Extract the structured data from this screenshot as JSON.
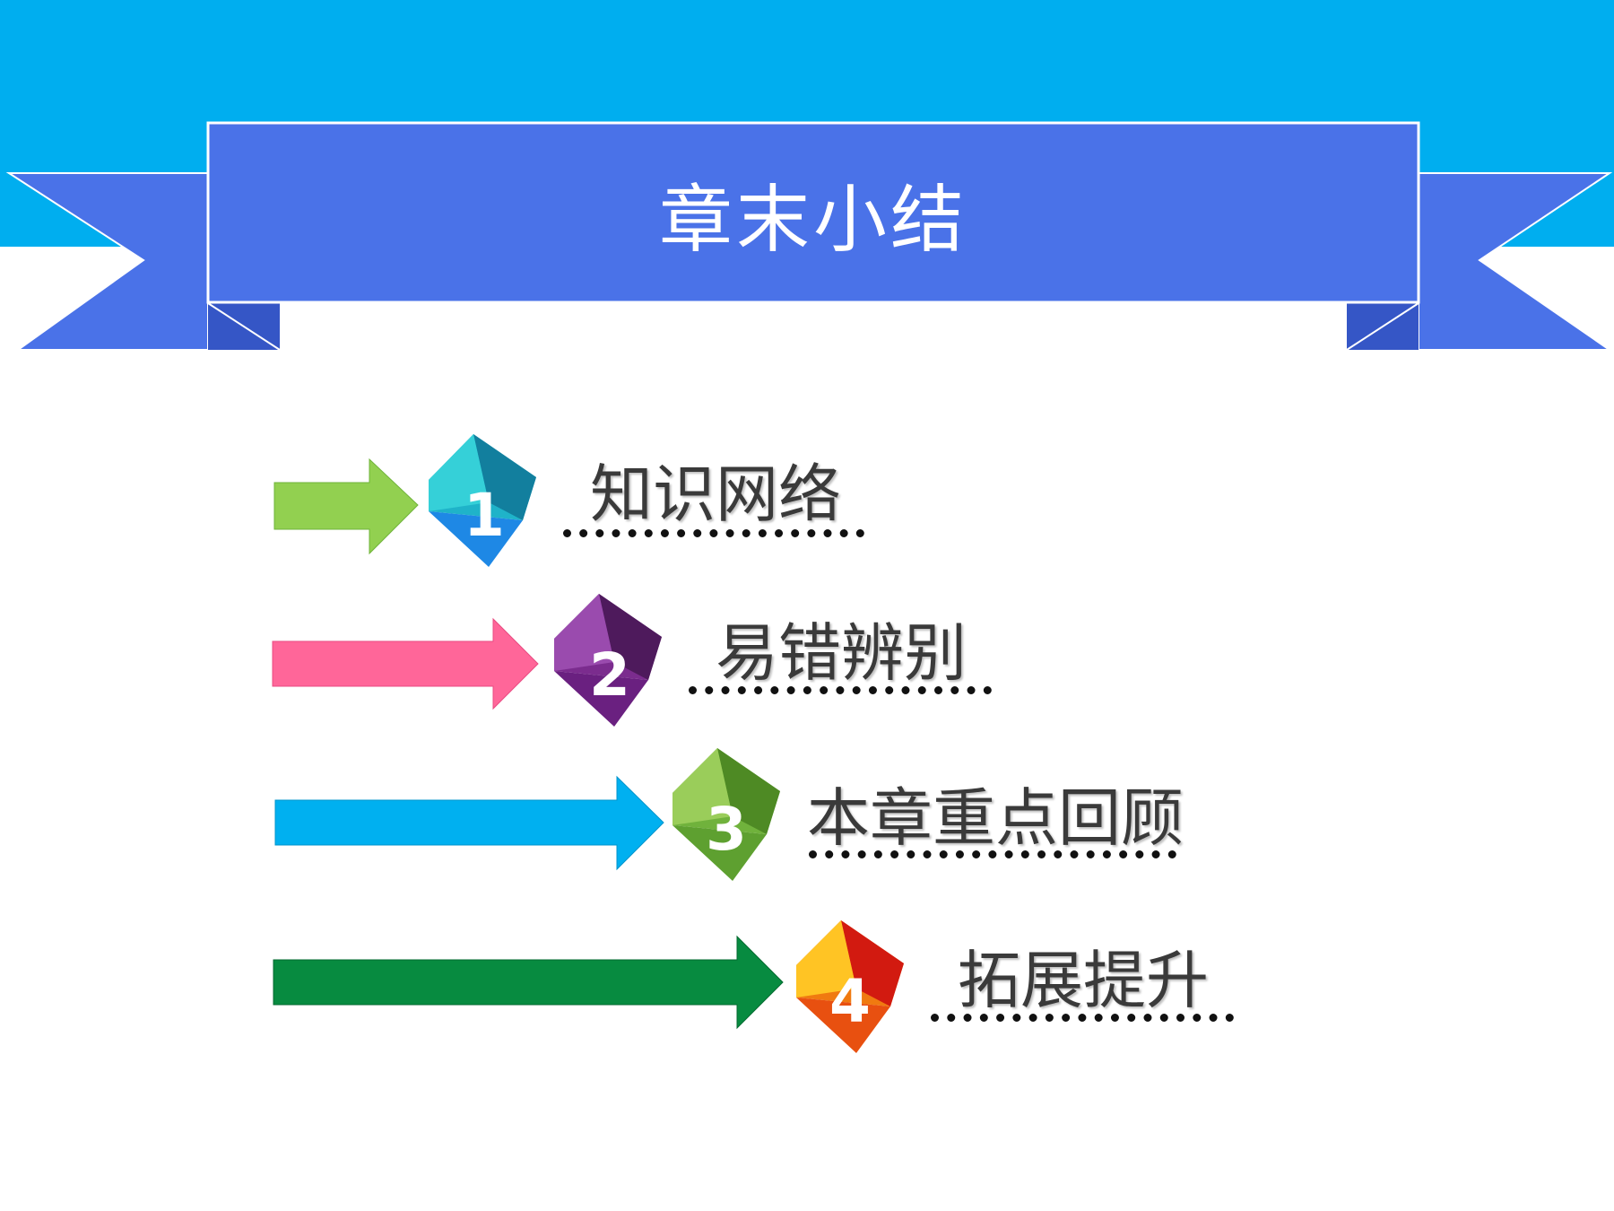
{
  "slide": {
    "title": "章末小结",
    "colors": {
      "top_bar": "#00AEEF",
      "ribbon": "#4A72E8",
      "ribbon_fold": "#3556C6"
    }
  },
  "menu": [
    {
      "number": "1",
      "label": "知识网络",
      "arrow_color": "#92D050",
      "cube_color": "#1FB3C9"
    },
    {
      "number": "2",
      "label": "易错辨别",
      "arrow_color": "#FF6699",
      "cube_color": "#7B2C8E"
    },
    {
      "number": "3",
      "label": "本章重点回顾",
      "arrow_color": "#00B0F0",
      "cube_color": "#70B23C"
    },
    {
      "number": "4",
      "label": "拓展提升",
      "arrow_color": "#078B40",
      "cube_color": "#F07A10"
    }
  ]
}
